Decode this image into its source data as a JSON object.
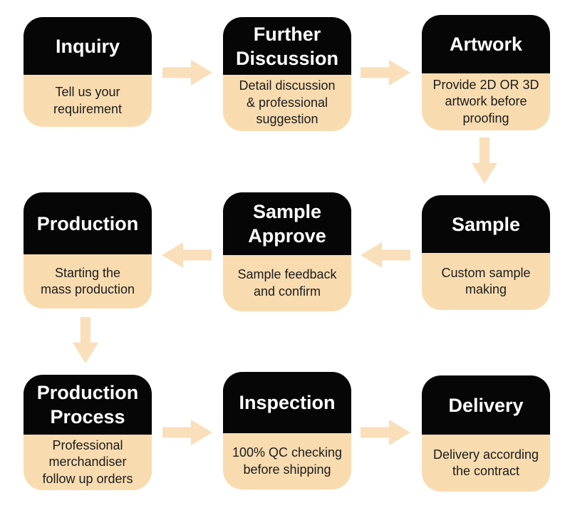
{
  "colors": {
    "card_header_bg": "#060606",
    "card_body_bg": "#F8DCB0",
    "arrow": "#F9DFBA",
    "title_text": "#FFFFFF",
    "body_text": "#1C1C1C",
    "page_background": "#FFFFFF"
  },
  "steps": [
    {
      "id": "inquiry",
      "title": "Inquiry",
      "description": "Tell us your\nrequirement"
    },
    {
      "id": "further-discussion",
      "title": "Further\nDiscussion",
      "description": "Detail discussion\n& professional\nsuggestion"
    },
    {
      "id": "artwork",
      "title": "Artwork",
      "description": "Provide 2D OR 3D\nartwork before\nproofing"
    },
    {
      "id": "production",
      "title": "Production",
      "description": "Starting the\nmass production"
    },
    {
      "id": "sample-approve",
      "title": "Sample\nApprove",
      "description": "Sample feedback\nand confirm"
    },
    {
      "id": "sample",
      "title": "Sample",
      "description": "Custom sample\nmaking"
    },
    {
      "id": "production-process",
      "title": "Production\nProcess",
      "description": "Professional\nmerchandiser\nfollow up orders"
    },
    {
      "id": "inspection",
      "title": "Inspection",
      "description": "100% QC checking\nbefore shipping"
    },
    {
      "id": "delivery",
      "title": "Delivery",
      "description": "Delivery according\nthe contract"
    }
  ],
  "connections": [
    {
      "from": "inquiry",
      "to": "further-discussion",
      "direction": "right"
    },
    {
      "from": "further-discussion",
      "to": "artwork",
      "direction": "right"
    },
    {
      "from": "artwork",
      "to": "sample",
      "direction": "down"
    },
    {
      "from": "sample",
      "to": "sample-approve",
      "direction": "left"
    },
    {
      "from": "sample-approve",
      "to": "production",
      "direction": "left"
    },
    {
      "from": "production",
      "to": "production-process",
      "direction": "down"
    },
    {
      "from": "production-process",
      "to": "inspection",
      "direction": "right"
    },
    {
      "from": "inspection",
      "to": "delivery",
      "direction": "right"
    }
  ]
}
